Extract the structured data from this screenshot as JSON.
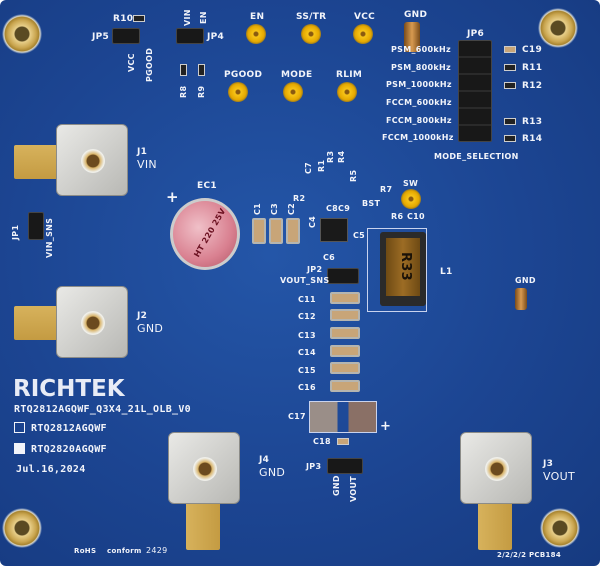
{
  "board": {
    "colors": {
      "solder_mask": "#1c4592",
      "silkscreen": "#f2f4fa",
      "gold": "#d7b25c",
      "test_point": "#f7c418"
    }
  },
  "labels": {
    "r10": "R10",
    "jp5": "JP5",
    "vcc_jp5": "VCC",
    "pgood_jp5": "PGOOD",
    "vin_jp4": "VIN",
    "en_jp4": "EN",
    "jp4": "JP4",
    "r8": "R8",
    "r9": "R9",
    "tp_en": "EN",
    "tp_sstr": "SS/TR",
    "tp_vcc": "VCC",
    "tp_gnd": "GND",
    "tp_pgood": "PGOOD",
    "tp_mode": "MODE",
    "tp_rlim": "RLIM",
    "jp6": "JP6",
    "psm600": "PSM_600kHz",
    "psm800": "PSM_800kHz",
    "psm1000": "PSM_1000kHz",
    "fccm600": "FCCM_600kHz",
    "fccm800": "FCCM_800kHz",
    "fccm1000": "FCCM_1000kHz",
    "c19": "C19",
    "r11": "R11",
    "r12": "R12",
    "r13": "R13",
    "r14": "R14",
    "mode_sel": "MODE_SELECTION",
    "j1": "J1",
    "j1_name": "VIN",
    "ec1": "EC1",
    "ec1_plus": "+",
    "ec1_text": "HT 220 25V",
    "c1": "C1",
    "c3": "C3",
    "c2": "C2",
    "c7": "C7",
    "r1": "R1",
    "r3": "R3",
    "r4": "R4",
    "r5": "R5",
    "r7": "R7",
    "r2": "R2",
    "bst": "BST",
    "c8c9": "C8C9",
    "c4": "C4",
    "c5": "C5",
    "r6": "R6",
    "c10": "C10",
    "tp_sw": "SW",
    "c6": "C6",
    "jp2": "JP2",
    "vout_sns": "VOUT_SNS",
    "l1": "L1",
    "inductor_mark": "R33",
    "gnd_right": "GND",
    "jp1": "JP1",
    "vin_sns": "VIN_SNS",
    "j2": "J2",
    "j2_name": "GND",
    "c11": "C11",
    "c12": "C12",
    "c13": "C13",
    "c14": "C14",
    "c15": "C15",
    "c16": "C16",
    "c17": "C17",
    "c17_plus": "+",
    "c18": "C18",
    "j4": "J4",
    "j4_name": "GND",
    "jp3": "JP3",
    "jp3_gnd": "GND",
    "jp3_vout": "VOUT",
    "j3": "J3",
    "j3_name": "VOUT",
    "logo": "RICHTEK",
    "model": "RTQ2812AGQWF_Q3X4_21L_OLB_V0",
    "option1": "RTQ2812AGQWF",
    "option2": "RTQ2820AGQWF",
    "date": "Jul.16,2024",
    "rohs": "RoHS",
    "conform": "conform",
    "lot": "2429",
    "pcb_id": "2/2/2/2 PCB184"
  }
}
